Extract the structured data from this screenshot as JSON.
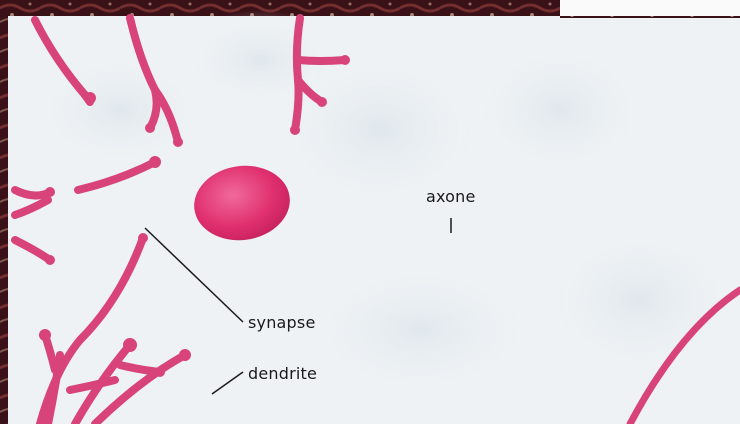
{
  "labels": {
    "axone": "axone",
    "synapse": "synapse",
    "dendrite": "dendrite"
  },
  "colors": {
    "neuron_pink": "#d8447a",
    "cell_body": "#e0306e",
    "background_tissue": "#5a1a22",
    "panel": "#eef2f5",
    "leader_line": "#1a1a1a"
  }
}
